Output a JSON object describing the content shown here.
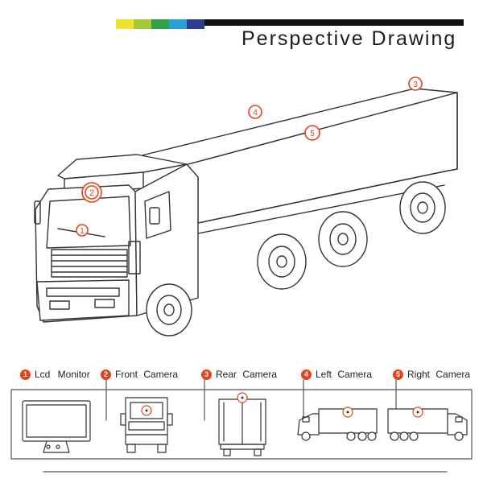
{
  "header": {
    "title": "Perspective Drawing",
    "stripe_colors": [
      "#f0e130",
      "#a6c935",
      "#33a04a",
      "#29a0d8",
      "#2c3e8f",
      "#111111"
    ]
  },
  "callout": {
    "color": "#e8401c",
    "markers": [
      "1",
      "2",
      "3",
      "4",
      "5"
    ]
  },
  "legend": {
    "items": [
      {
        "num": "1",
        "label": "Lcd Monitor"
      },
      {
        "num": "2",
        "label": "Front Camera"
      },
      {
        "num": "3",
        "label": "Rear Camera"
      },
      {
        "num": "4",
        "label": "Left Camera"
      },
      {
        "num": "5",
        "label": "Right Camera"
      }
    ]
  }
}
